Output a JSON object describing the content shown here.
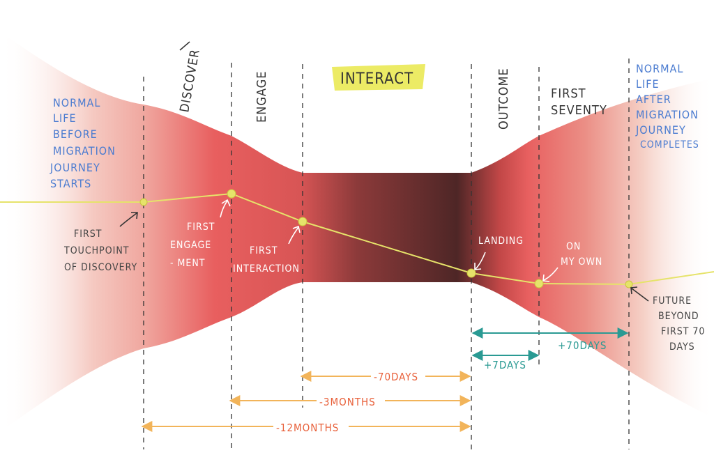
{
  "phases": {
    "discover": "DISCOVER",
    "engage": "ENGAGE",
    "interact": "INTERACT",
    "outcome": "OUTCOME",
    "first_seventy_1": "FIRST",
    "first_seventy_2": "SEVENTY"
  },
  "side_notes": {
    "before": [
      "NORMAL",
      "LIFE",
      "BEFORE",
      "MIGRATION",
      "JOURNEY",
      "STARTS"
    ],
    "after": [
      "NORMAL",
      "LIFE",
      "AFTER",
      "MIGRATION",
      "JOURNEY",
      "COMPLETES"
    ]
  },
  "milestones": {
    "first_touchpoint": [
      "FIRST",
      "TOUCHPOINT",
      "OF DISCOVERY"
    ],
    "first_engagement": [
      "FIRST",
      "ENGAGE",
      "- MENT"
    ],
    "first_interaction": [
      "FIRST",
      "INTERACTION"
    ],
    "landing": "LANDING",
    "on_my_own": [
      "ON",
      "MY OWN"
    ],
    "future": [
      "FUTURE",
      "BEYOND",
      "FIRST 70",
      "DAYS"
    ]
  },
  "durations": {
    "plus_70_days": "+70DAYS",
    "plus_7_days": "+7DAYS",
    "minus_70_days": "-70DAYS",
    "minus_3_months": "-3MONTHS",
    "minus_12_months": "-12MONTHS"
  },
  "colors": {
    "band_red": "#e55b5b",
    "band_dark": "#5a2a2a",
    "journey_line": "#e6e36a",
    "teal": "#2a9a93",
    "orange": "#f2b45a",
    "note_blue": "#4a7bd0",
    "highlight": "#e9e84a"
  }
}
